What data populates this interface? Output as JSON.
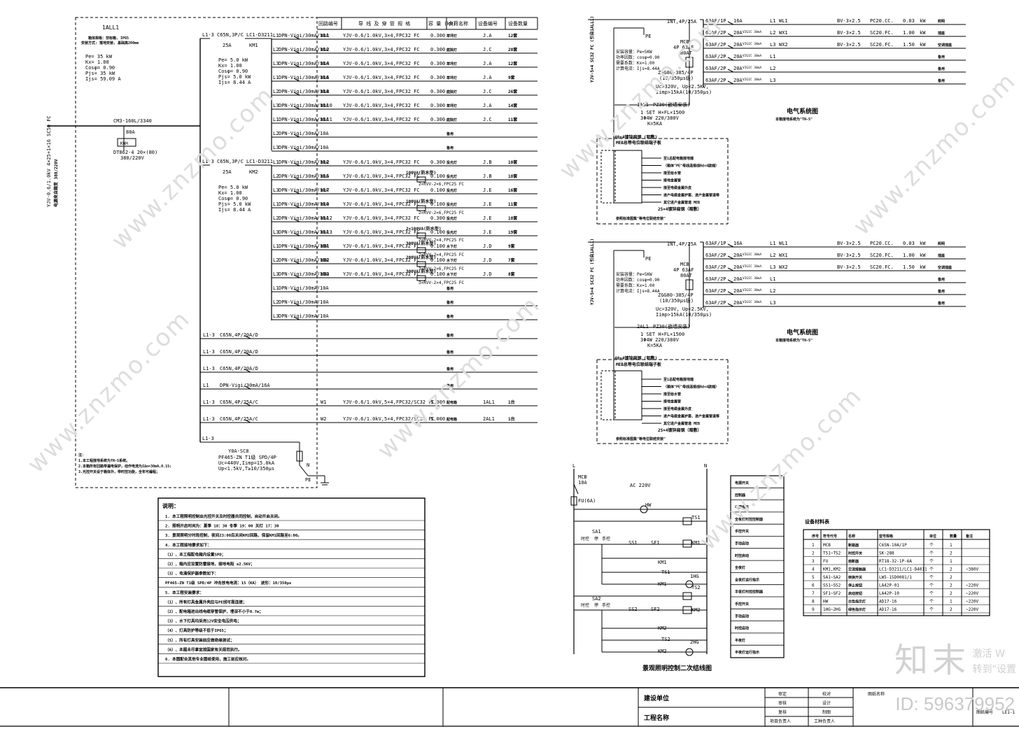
{
  "panel1": {
    "title": "1ALL1",
    "enclosure": [
      "箱体规格：非标箱, IP65",
      "安装方式: 落地安装, 基础高200mm"
    ],
    "params": [
      "Pe= 35 kW",
      "Kx= 1.00",
      "Cosφ= 0.90",
      "Pjs= 35 kW",
      "Ijs= 59.09 A"
    ],
    "main_breaker": "CM3-160L/3340",
    "main_current": "80A",
    "meter_label": "KWH",
    "meter_model": "DT862-4 20×(80)",
    "meter_voltage": "380/220V",
    "incoming_cable": "YJV-0.6/1.0kV 4×25+1×16 SC50 FC",
    "incoming_note": "电源来自箱变 380/220V"
  },
  "table_headers": [
    "回路编号",
    "导 线 及 穿 管 规 格",
    "容 量 (kW)",
    "负荷名称",
    "设备编号",
    "设备数量"
  ],
  "group1": {
    "bus": "L1-3",
    "breaker": "C65N,3P/C",
    "rating": "25A",
    "contactor": "LC1-D3211",
    "km": "KM1",
    "params": [
      "Pe= 5.0 kW",
      "Kx= 1.00",
      "Cosφ= 0.90",
      "Pjs= 5.0 kW",
      "Ijs= 8.44 A"
    ]
  },
  "group2": {
    "bus": "L1-3",
    "breaker": "C65N,3P/C",
    "rating": "25A",
    "contactor": "LC1-D3211",
    "km": "KM2",
    "params": [
      "Pe= 5.0 kW",
      "Kx= 1.00",
      "Cosφ= 0.90",
      "Pjs= 5.0 kW",
      "Ijs= 8.44 A"
    ]
  },
  "circuits": [
    {
      "phase": "L1",
      "breaker": "DPN-Vigi/30mA/10A",
      "code": "WL1",
      "cable": "YJV-0.6/1.0kV,3×4,FPC32 FC",
      "kw": "0.300",
      "load": "草坪灯",
      "dev": "J.A",
      "qty": "12套"
    },
    {
      "phase": "L2",
      "breaker": "DPN-Vigi/30mA/10A",
      "code": "WL2",
      "cable": "YJV-0.6/1.0kV,3×4,FPC32 FC",
      "kw": "0.300",
      "load": "庭院灯",
      "dev": "J.C",
      "qty": "28套"
    },
    {
      "phase": "L3",
      "breaker": "DPN-Vigi/30mA/10A",
      "code": "WL4",
      "cable": "YJV-0.6/1.0kV,3×4,FPC32 FC",
      "kw": "0.300",
      "load": "草坪灯",
      "dev": "J.A",
      "qty": "12套"
    },
    {
      "phase": "L1",
      "breaker": "DPN-Vigi/30mA/10A",
      "code": "WL6",
      "cable": "YJV-0.6/1.0kV,3×4,FPC32 FC",
      "kw": "0.300",
      "load": "草坪灯",
      "dev": "J.A",
      "qty": "9套"
    },
    {
      "phase": "L2",
      "breaker": "DPN-Vigi/30mA/10A",
      "code": "WL8",
      "cable": "YJV-0.6/1.0kV,3×4,FPC32 FC",
      "kw": "0.300",
      "load": "庭院灯",
      "dev": "J.C",
      "qty": "26套"
    },
    {
      "phase": "L3",
      "breaker": "DPN-Vigi/30mA/10A",
      "code": "WL10",
      "cable": "YJV-0.6/1.0kV,3×4,FPC32 FC",
      "kw": "0.300",
      "load": "草坪灯",
      "dev": "J.A",
      "qty": "14套"
    },
    {
      "phase": "L1",
      "breaker": "DPN-Vigi/30mA/10A",
      "code": "WL11",
      "cable": "YJV-0.6/1.0kV,3×4,FPC32 FC",
      "kw": "0.300",
      "load": "庭院灯",
      "dev": "J.C",
      "qty": "11套"
    },
    {
      "phase": "L2",
      "breaker": "DPN-Vigi/30mA/10A",
      "code": "",
      "cable": "",
      "kw": "",
      "load": "备用",
      "dev": "",
      "qty": ""
    },
    {
      "phase": "L3",
      "breaker": "DPN-Vigi/30mA/10A",
      "code": "",
      "cable": "",
      "kw": "",
      "load": "备用",
      "dev": "",
      "qty": ""
    },
    {
      "phase": "L1",
      "breaker": "DPN-Vigi/30mA/10A",
      "code": "WL2",
      "cable": "YJV-0.6/1.0kV,3×4,FPC32 FC",
      "kw": "0.300",
      "load": "投光灯",
      "dev": "J.B",
      "qty": "10套"
    },
    {
      "phase": "L2",
      "breaker": "DPN-Vigi/30mA/10A",
      "code": "WL5",
      "cable": "YJV-0.6/1.0kV,3×4,FPC32 FC",
      "kw": "0.100",
      "load": "投光灯",
      "dev": "J.B",
      "qty": "18套"
    },
    {
      "phase": "L3",
      "breaker": "DPN-Vigi/30mA/10A",
      "code": "WL7",
      "cable": "YJV-0.6/1.0kV,3×4,FPC32 FC",
      "kw": "0.100",
      "load": "投光灯",
      "dev": "J.E",
      "qty": "16套"
    },
    {
      "phase": "L1",
      "breaker": "DPN-Vigi/30mA/10A",
      "code": "WL9",
      "cable": "YJV-0.6/1.0kV,3×4,FPC32 FC",
      "kw": "0.100",
      "load": "投光灯",
      "dev": "J.E",
      "qty": "11套"
    },
    {
      "phase": "L2",
      "breaker": "DPN-Vigi/30mA/10A",
      "code": "WL12",
      "cable": "YJV-0.6/1.0kV,3×4,FPC32 FC",
      "kw": "0.300",
      "load": "投光灯",
      "dev": "J.E",
      "qty": "18套"
    },
    {
      "phase": "L3",
      "breaker": "DPN-Vigi/30mA/10A",
      "code": "WL13",
      "cable": "YJV-0.6/1.0kV,3×4,FPC32 FC",
      "kw": "0.100",
      "load": "投光灯",
      "dev": "J.E",
      "qty": "19套"
    },
    {
      "phase": "L1",
      "breaker": "DPN-Vigi/30mA/10A",
      "code": "WB1",
      "cable": "YJV-0.6/1.0kV,3×4,FPC32 FC",
      "kw": "0.100",
      "load": "水下灯",
      "dev": "J.D",
      "qty": "9套"
    },
    {
      "phase": "L2",
      "breaker": "DPN-Vigi/30mA/10A",
      "code": "WB2",
      "cable": "YJV-0.6/1.0kV,3×4,FPC32 FC",
      "kw": "0.100",
      "load": "水下灯",
      "dev": "J.D",
      "qty": "7套"
    },
    {
      "phase": "L3",
      "breaker": "DPN-Vigi/30mA/10A",
      "code": "WB3",
      "cable": "YJV-0.6/1.0kV,3×4,FPC32 FC",
      "kw": "0.100",
      "load": "水下灯",
      "dev": "J.D",
      "qty": "8套"
    },
    {
      "phase": "L1",
      "breaker": "DPN-Vigi/30mA/10A",
      "code": "",
      "cable": "",
      "kw": "",
      "load": "备用",
      "dev": "",
      "qty": ""
    },
    {
      "phase": "L2",
      "breaker": "DPN-Vigi/30mA/10A",
      "code": "",
      "cable": "",
      "kw": "",
      "load": "备用",
      "dev": "",
      "qty": ""
    },
    {
      "phase": "L3",
      "breaker": "DPN-Vigi/30mA/10A",
      "code": "",
      "cable": "",
      "kw": "",
      "load": "备用",
      "dev": "",
      "qty": ""
    }
  ],
  "transformers": [
    "100VA(防水型)",
    "100VA(防水型)",
    "2×100VA(防水型)",
    "300VA(防水型)",
    "200VA(防水型)",
    "300VA(防水型)"
  ],
  "transformer_cables": [
    "2×RVV-2×6,FPC25 FC",
    "2×RVV-2×6,FPC25 FC",
    "2×RVV-2×4,FPC25 FC",
    "2×RVV-2×4,FPC25 FC",
    "3×RVV-2×6,FPC25 FC",
    "3×RVV-2×4,FPC25 FC"
  ],
  "feeders": [
    {
      "bus": "L1-3",
      "breaker": "C65N,4P/20A/D",
      "code": "",
      "cable": "",
      "kw": "",
      "load": "备用",
      "dev": "",
      "qty": ""
    },
    {
      "bus": "L1-3",
      "breaker": "C65N,4P/20A/D",
      "code": "",
      "cable": "",
      "kw": "",
      "load": "备用",
      "dev": "",
      "qty": ""
    },
    {
      "bus": "L1-3",
      "breaker": "C65N,4P/20A/D",
      "code": "",
      "cable": "",
      "kw": "",
      "load": "备用",
      "dev": "",
      "qty": ""
    },
    {
      "bus": "L1",
      "breaker": "DPN-Vigi/30mA/16A",
      "code": "",
      "cable": "",
      "kw": "",
      "load": "备用",
      "dev": "",
      "qty": ""
    },
    {
      "bus": "L1-3",
      "breaker": "C65N,4P/25A/C",
      "code": "W1",
      "cable": "YJV-0.6/1.0kV,5×4,FPC32/SC32 FC",
      "kw": "5.000",
      "load": "配电箱",
      "dev": "1AL1",
      "qty": "1台"
    },
    {
      "bus": "L1-3",
      "breaker": "C65N,4P/25A/C",
      "code": "W2",
      "cable": "YJV-0.6/1.0kV,5×4,FPC32/SC32 FC",
      "kw": "5.000",
      "load": "配电箱",
      "dev": "2AL1",
      "qty": "1台"
    }
  ],
  "spd": {
    "bus": "L1-3",
    "breaker": "Y0A-SC8",
    "model": "PF465-ZN T1级 SPD/4P",
    "specs": [
      "Uc=440V,Iimp=15.0kA",
      "Up<1.5kV,T≥10/350μs"
    ],
    "n": "N",
    "pe": "PE"
  },
  "panel1_notes": [
    "注：",
    "1.本工程接地系统为TN-S系统。",
    "2.本箱所有回路带漏电保护，动作电流为IΔn=30mA,0.1S;",
    "3.光控开关设于箱体外，带时控功能，全年可编程；"
  ],
  "notes_title": "说明：",
  "notes": [
    "1. 本工程照明控制由光控开关及时控器共同控制，自动开启关闭。",
    "2. 照明开启时间为：夏季 18：30  冬季 19：00  关灯 17：30",
    "3. 景观照明分时段控制，夜间23:00后关闭KM2回路，保留KM1回路至6:00。",
    "4. 本工程接地要求如下：",
    "（1）、本工程配电箱内设置SPD；",
    "（2）、箱内应设置防雷接地，接地电阻 ≤2.5KV；",
    "（3）、电涌保护器参数如下：",
    "PF465-ZN T1级 SPD/4P  冲击放电电流：15（KA）  波形：10/350μs",
    "5. 本工程安装要求：",
    "（1）、所有灯具金属外壳应与PE线可靠连接；",
    "（2）、配电箱进出线电缆穿管保护，埋深不小于0.7m；",
    "（3）、水下灯具均采用12V安全电压供电；",
    "（4）、灯具防护等级不低于IP65；",
    "（5）、所有灯具安装前应做绝缘测试；",
    "（6）、本图未尽事宜按国家有关规范执行。",
    "6. 本图配合其他专业图纸使用，施工前应核对。"
  ],
  "box_a": {
    "incoming": "INT,4P/25A",
    "cable": "YJV-5×4 SC32 FC (引自1ALL1)",
    "pe": "PE",
    "params": [
      "安装容量：Pe=5KW",
      "功率因数：cosφ=0.90",
      "需要系数：Kx=1.00",
      "计算电流：Ijs=8.44A"
    ],
    "mcb": [
      "MCB",
      "4P 63AF",
      "80AT"
    ],
    "spd": "ZGG80-385/4P",
    "spd2": "(10/350μs级)",
    "spd_params": [
      "Uc>320V, Up<2.5KV,",
      "Iimp>15kA(10/350μs)"
    ],
    "box_name": "1AL1",
    "box_model": "PZ30(嵌墙安装)",
    "box_specs": [
      "1 SET H×FL×1500",
      "3Φ4W 220/380V",
      "K=5KA"
    ],
    "system_title": "电气系统图",
    "system_note": "本箱接地系统为\"TN-S\"",
    "meb_head": "40×4镀锌扁钢 (明敷)",
    "meb_label": "MEB总等电位联结端子板",
    "meb_items": [
      "至1总配电箱接地端",
      "（箱体\"PE\"母线连接线Rd<4欧姆）",
      "接至给水管",
      "接地金属管",
      "接至电缆金属外皮",
      "进户电缆金属护套、进户金属管道等",
      "其它进户金属管道 MEB"
    ],
    "meb_foot": "25×4镀锌扁钢（暗敷）",
    "meb_note": "参照标准图集\"等电位联结安装\"",
    "rows": [
      {
        "breaker": "63AF/1P",
        "rating": "16A",
        "rcd": "",
        "phase": "L1",
        "code": "WL1",
        "cable": "BV-3×2.5",
        "pipe": "PC20.CC.",
        "kw": "0.03",
        "unit": "kW",
        "load": "照明"
      },
      {
        "breaker": "63AF/2P",
        "rating": "20A",
        "rcd": "VIGIC 30mA",
        "phase": "L2",
        "code": "WX1",
        "cable": "BV-3×2.5",
        "pipe": "SC20.FC.",
        "kw": "1.00",
        "unit": "kW",
        "load": "插座"
      },
      {
        "breaker": "63AF/2P",
        "rating": "20A",
        "rcd": "VIGIC 30mA",
        "phase": "L3",
        "code": "WX2",
        "cable": "BV-3×2.5",
        "pipe": "SC20.FC.",
        "kw": "1.50",
        "unit": "kW",
        "load": "空调插座"
      },
      {
        "breaker": "63AF/2P",
        "rating": "20A",
        "rcd": "VIGIC 30mA",
        "phase": "L1",
        "code": "",
        "cable": "",
        "pipe": "",
        "kw": "",
        "unit": "",
        "load": "备用"
      },
      {
        "breaker": "63AF/2P",
        "rating": "20A",
        "rcd": "VIGIC 30mA",
        "phase": "L2",
        "code": "",
        "cable": "",
        "pipe": "",
        "kw": "",
        "unit": "",
        "load": "备用"
      },
      {
        "breaker": "63AF/2P",
        "rating": "20A",
        "rcd": "VIGIC 30mA",
        "phase": "L3",
        "code": "",
        "cable": "",
        "pipe": "",
        "kw": "",
        "unit": "",
        "load": "备用"
      }
    ]
  },
  "box_b": {
    "incoming": "INT,4P/25A",
    "cable": "YJV-5×4 SC32 FC (引自1ALL1)",
    "pe": "PE",
    "params": [
      "安装容量：Pe=5KW",
      "功率因数：cosφ=0.90",
      "需要系数：Kx=1.00",
      "计算电流：Ijs=8.44A"
    ],
    "mcb": [
      "MCB",
      "4P 63AF",
      "80AT"
    ],
    "spd": "ZGG80-385/4P",
    "spd2": "(10/350μs级)",
    "spd_params": [
      "Uc>320V, Up<2.5KV,",
      "Iimp>15kA(10/350μs)"
    ],
    "box_name": "2AL1",
    "box_model": "PZ30(嵌墙安装)",
    "box_specs": [
      "1 SET H×FL×1500",
      "3Φ4W 220/380V",
      "K=5KA"
    ],
    "system_title": "电气系统图",
    "system_note": "本箱接地系统为\"TN-S\"",
    "meb_head": "40×4镀锌扁钢 (明敷)",
    "meb_label": "MEB总等电位联结端子板",
    "meb_items": [
      "至1总配电箱接地端",
      "（箱体\"PE\"母线连接线Rd<4欧姆）",
      "接至给水管",
      "接地金属管",
      "接至电缆金属外皮",
      "进户电缆金属护套、进户金属管道等",
      "其它进户金属管道 MEB"
    ],
    "meb_foot": "25×4镀锌扁钢（暗敷）",
    "meb_note": "参照标准图集\"等电位联结安装\"",
    "rows": [
      {
        "breaker": "63AF/1P",
        "rating": "16A",
        "rcd": "",
        "phase": "L1",
        "code": "WL1",
        "cable": "BV-3×2.5",
        "pipe": "PC20.CC.",
        "kw": "0.03",
        "unit": "kW",
        "load": "照明"
      },
      {
        "breaker": "63AF/2P",
        "rating": "20A",
        "rcd": "VIGIC 30mA",
        "phase": "L2",
        "code": "WX1",
        "cable": "BV-3×2.5",
        "pipe": "SC20.FC.",
        "kw": "1.00",
        "unit": "kW",
        "load": "插座"
      },
      {
        "breaker": "63AF/2P",
        "rating": "20A",
        "rcd": "VIGIC 30mA",
        "phase": "L3",
        "code": "WX2",
        "cable": "BV-3×2.5",
        "pipe": "SC20.FC.",
        "kw": "1.50",
        "unit": "kW",
        "load": "空调插座"
      },
      {
        "breaker": "63AF/2P",
        "rating": "20A",
        "rcd": "VIGIC 30mA",
        "phase": "L1",
        "code": "",
        "cable": "",
        "pipe": "",
        "kw": "",
        "unit": "",
        "load": "备用"
      },
      {
        "breaker": "63AF/2P",
        "rating": "20A",
        "rcd": "VIGIC 30mA",
        "phase": "L2",
        "code": "",
        "cable": "",
        "pipe": "",
        "kw": "",
        "unit": "",
        "load": "备用"
      },
      {
        "breaker": "63AF/2P",
        "rating": "20A",
        "rcd": "VIGIC 30mA",
        "phase": "L3",
        "code": "",
        "cable": "",
        "pipe": "",
        "kw": "",
        "unit": "",
        "load": "备用"
      }
    ]
  },
  "control": {
    "L": "L",
    "N": "N",
    "mcb": "MCB",
    "mcb_rating": "10A",
    "fuse": "FU(6A)",
    "ac": "AC 220V",
    "hw": "HW",
    "ts1": "TS1",
    "ts2": "TS2",
    "sa1": "SA1",
    "sa2": "SA2",
    "modes": [
      "时控",
      "停",
      "手控"
    ],
    "ss1": "SS1",
    "sf1": "SF1",
    "ss2": "SS2",
    "sf2": "SF2",
    "km1": "KM1",
    "km2": "KM2",
    "hg1": "1HG",
    "hg2": "2HG",
    "title": "景观照明控制二次结线图",
    "legend": [
      "电源开关",
      "控制器",
      "电源指示",
      "全夜灯时控控制器",
      "手控开关",
      "手动启动",
      "时控启动",
      "全夜灯",
      "全夜灯运行指示",
      "半夜灯时控控制器",
      "手控开关",
      "手动启动",
      "时控启动",
      "半夜灯",
      "半夜灯运行指示"
    ]
  },
  "bom": {
    "title": "设备材料表",
    "headers": [
      "序号",
      "符号代号",
      "名称",
      "型号规格",
      "单位",
      "数量",
      "备注"
    ],
    "rows": [
      [
        "1",
        "MCB",
        "断路器",
        "C65N-10A/1P",
        "个",
        "1",
        ""
      ],
      [
        "2",
        "TS1~TS2",
        "时控开关",
        "SK-288",
        "个",
        "2",
        ""
      ],
      [
        "3",
        "FU",
        "熔断器",
        "RT18-32-1P-6A",
        "个",
        "1",
        ""
      ],
      [
        "4",
        "KM1,KM2",
        "交流接触器",
        "LC1-D3211/LC1-D4011",
        "个",
        "2",
        "~380V"
      ],
      [
        "5",
        "SA1~SA2",
        "转换开关",
        "LW5-15D0081/1",
        "个",
        "2",
        ""
      ],
      [
        "6",
        "SS1~SS2",
        "停止按钮",
        "LA42P-01",
        "个",
        "2",
        "~220V"
      ],
      [
        "7",
        "SF1~SF2",
        "启动按钮",
        "LA42P-10",
        "个",
        "2",
        "~220V"
      ],
      [
        "8",
        "HW",
        "白色指示灯",
        "AD17-16",
        "个",
        "1",
        "~220V"
      ],
      [
        "9",
        "1HG~2HG",
        "绿色指示灯",
        "AD17-16",
        "个",
        "2",
        "~220V"
      ]
    ]
  },
  "titleblock": {
    "build_unit": "建设单位",
    "project_name": "工程名称",
    "roles": [
      "审定",
      "审核",
      "复核",
      "项目负责人"
    ],
    "roles2": [
      "校对",
      "设计",
      "制图",
      "工种负责人"
    ],
    "drawing": "图纸名称",
    "drawing_no": "LE1-1",
    "label_no": "图纸编号"
  },
  "watermark": "www.znzmo.com",
  "logo": "知末",
  "logo_side": [
    "激活 W",
    "转到\"设置"
  ],
  "image_id": "ID: 596379952"
}
